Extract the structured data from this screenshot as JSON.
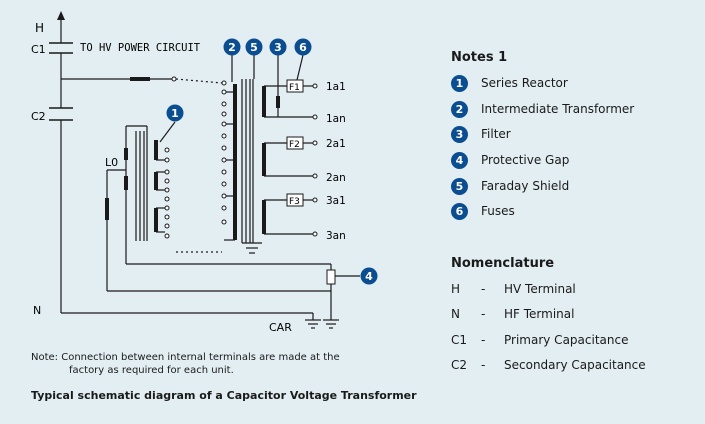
{
  "diagram": {
    "labels": {
      "h": "H",
      "c1": "C1",
      "c2": "C2",
      "n": "N",
      "l0": "L0",
      "to_hv": "TO HV POWER CIRCUIT",
      "car": "CAR"
    },
    "terminals": [
      "1a1",
      "1an",
      "2a1",
      "2an",
      "3a1",
      "3an"
    ],
    "fuses": [
      "F1",
      "F2",
      "F3"
    ],
    "callouts": [
      "1",
      "2",
      "3",
      "4",
      "5",
      "6"
    ]
  },
  "notes": {
    "title": "Notes 1",
    "items": [
      {
        "num": "1",
        "label": "Series Reactor"
      },
      {
        "num": "2",
        "label": "Intermediate Transformer"
      },
      {
        "num": "3",
        "label": "Filter"
      },
      {
        "num": "4",
        "label": "Protective Gap"
      },
      {
        "num": "5",
        "label": "Faraday Shield"
      },
      {
        "num": "6",
        "label": "Fuses"
      }
    ]
  },
  "nomenclature": {
    "title": "Nomenclature",
    "items": [
      {
        "sym": "H",
        "dash": "-",
        "desc": "HV Terminal"
      },
      {
        "sym": "N",
        "dash": "-",
        "desc": "HF Terminal"
      },
      {
        "sym": "C1",
        "dash": "-",
        "desc": "Primary Capacitance"
      },
      {
        "sym": "C2",
        "dash": "-",
        "desc": "Secondary Capacitance"
      }
    ]
  },
  "note": {
    "line1": "Note:  Connection between internal terminals are made at the",
    "line2": "factory as required for each unit."
  },
  "caption": "Typical schematic diagram of a Capacitor Voltage Transformer",
  "colors": {
    "badge": "#0b4d91",
    "background": "#e3eef3",
    "line": "#1a1a1a"
  }
}
